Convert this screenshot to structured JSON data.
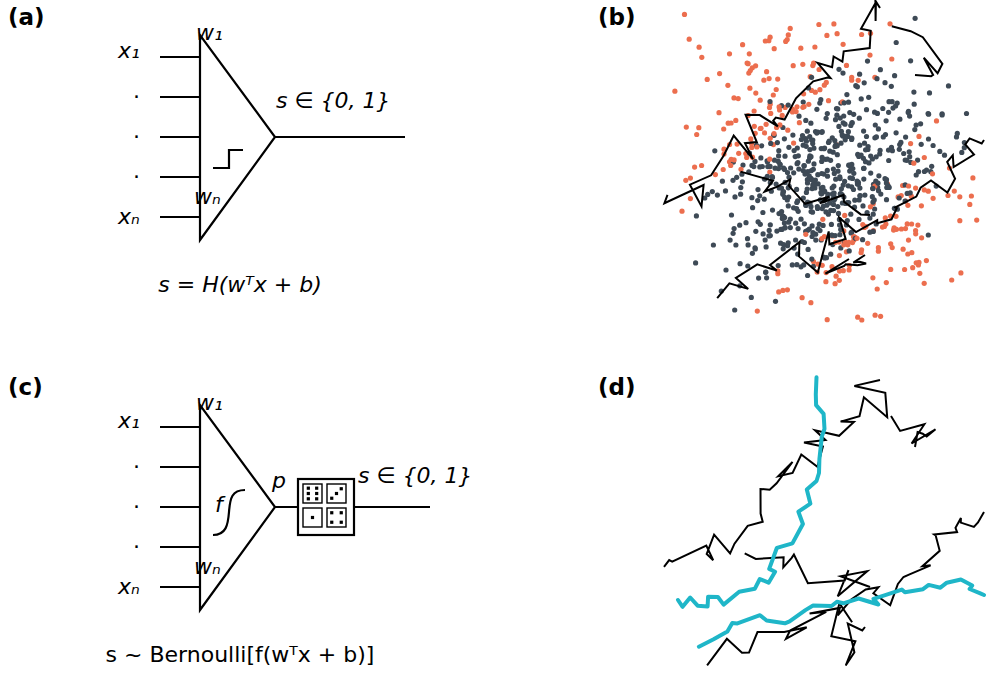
{
  "diagram": {
    "labels": [
      "(a)",
      "x₁",
      "w₁",
      ".",
      ".",
      ".",
      "wₙ",
      "xₙ",
      "s ∈ {0, 1}",
      "s = H(wᵀx + b)",
      "(b)",
      "(c)",
      "x₁",
      "w₁",
      ".",
      ".",
      ".",
      "wₙ",
      "xₙ",
      "f",
      "p",
      "s ∈ {0, 1}",
      "s ~ Bernoulli[f(wᵀx + b)]",
      "(d)"
    ]
  }
}
